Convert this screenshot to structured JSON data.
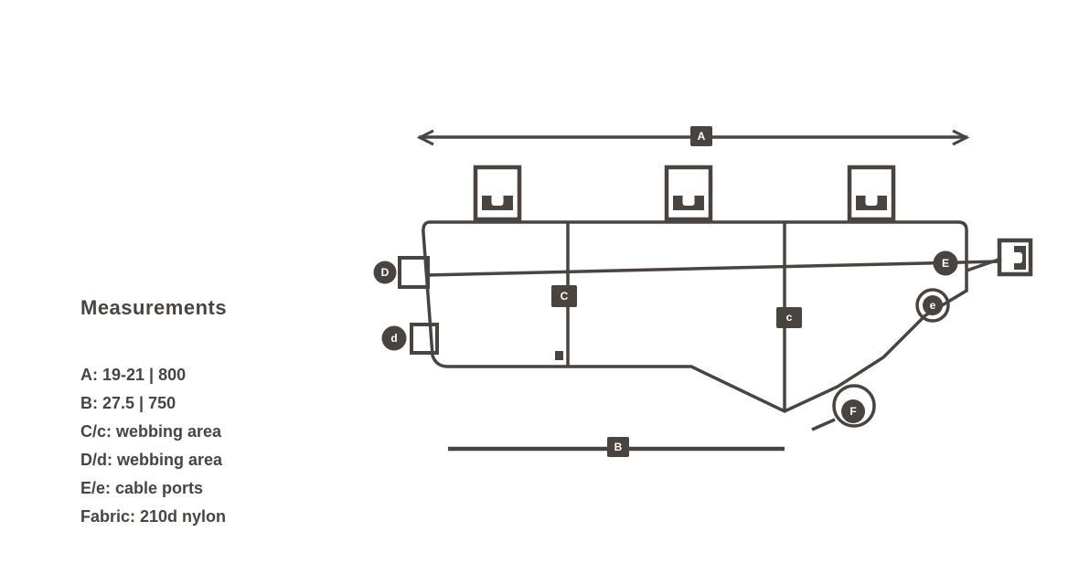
{
  "page": {
    "background_color": "#ffffff",
    "ink_color": "#494440",
    "divider_color": "#ffffff"
  },
  "legend": {
    "heading": "Measurements",
    "items": [
      "A: 19-21 | 800",
      "B: 27.5 | 750",
      "C/c: webbing area",
      "D/d: webbing area",
      "E/e: cable ports",
      "Fabric: 210d nylon"
    ]
  },
  "diagram": {
    "description": "frame bag line drawing with dimension callouts",
    "labels": {
      "top_dim": "A",
      "bottom_dim": "B",
      "divider_front": "C",
      "divider_rear": "c",
      "front_strap_upper": "D",
      "front_strap_lower": "d",
      "rear_strap": "E",
      "rear_loop": "e",
      "bottom_loop": "F"
    }
  }
}
